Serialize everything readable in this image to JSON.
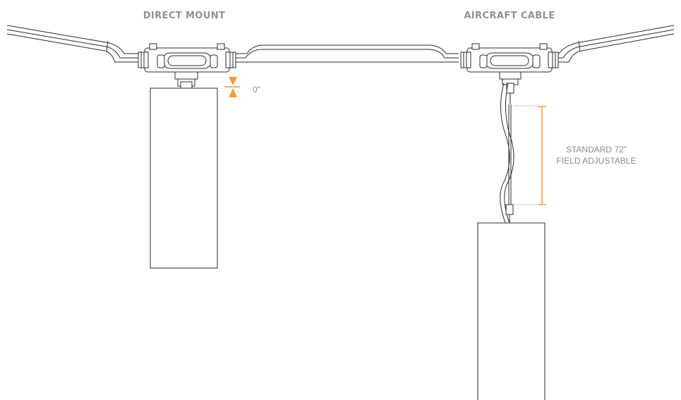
{
  "labels": {
    "direct_mount": "DIRECT MOUNT",
    "aircraft_cable": "AIRCRAFT CABLE",
    "zero_gap": "0\"",
    "cable_length_line1": "STANDARD 72\"",
    "cable_length_line2": "FIELD ADJUSTABLE"
  },
  "colors": {
    "dimension": "#f29a3a",
    "heading": "#8e9196",
    "line": "#2b2b2b"
  }
}
